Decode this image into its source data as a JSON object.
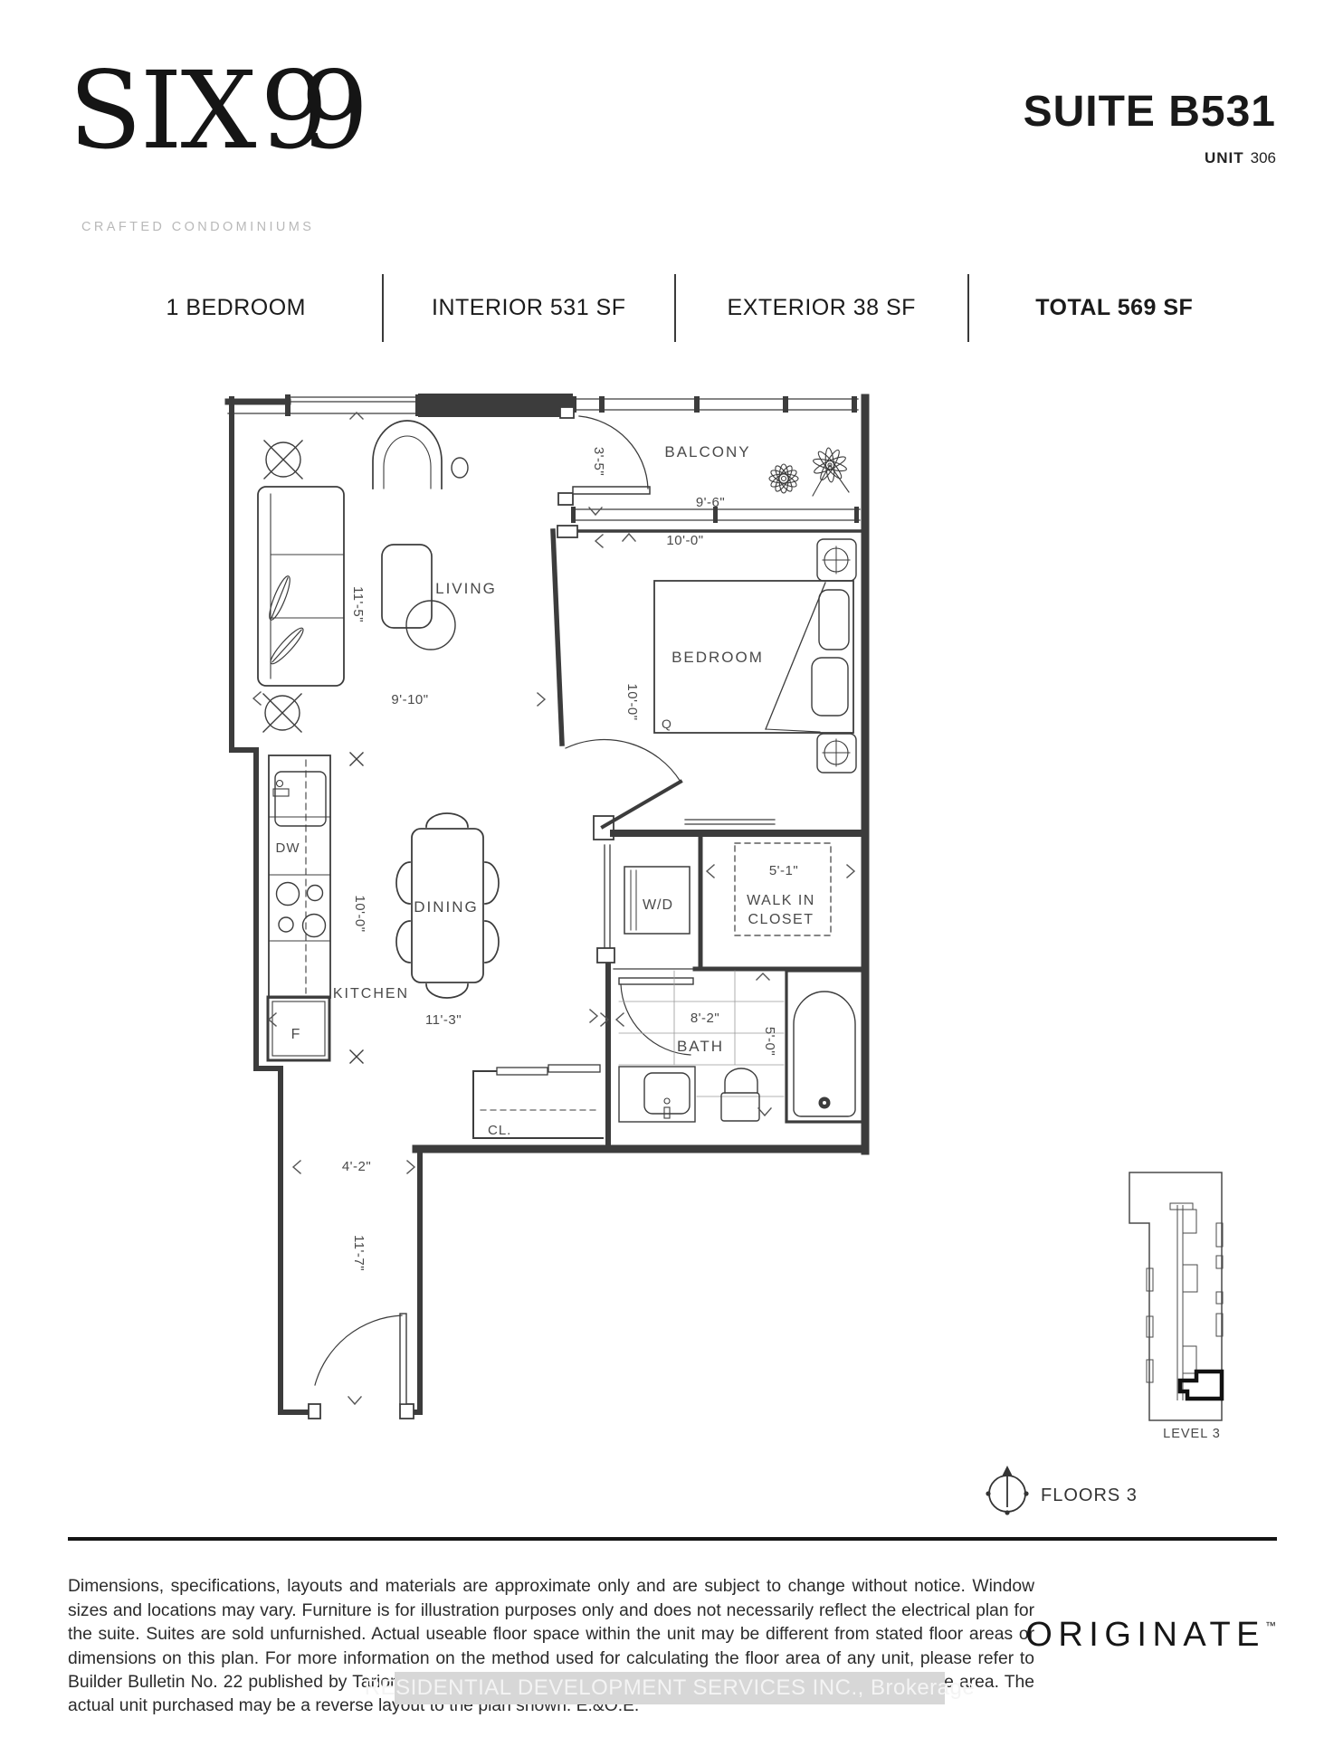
{
  "brand": {
    "wordmark_a": "SIX",
    "wordmark_b": "9",
    "wordmark_c": "9",
    "tagline": "CRAFTED CONDOMINIUMS"
  },
  "header": {
    "suite_title": "SUITE B531",
    "unit_label": "UNIT",
    "unit_number": "306"
  },
  "specs": {
    "bedrooms": "1 BEDROOM",
    "interior": "INTERIOR 531 SF",
    "exterior": "EXTERIOR 38 SF",
    "total": "TOTAL 569 SF"
  },
  "floorplan": {
    "rooms": {
      "living": "LIVING",
      "dining": "DINING",
      "kitchen": "KITCHEN",
      "bedroom": "BEDROOM",
      "balcony": "BALCONY",
      "bath": "BATH",
      "washer_dryer": "W/D",
      "walk_in_closet_line1": "WALK IN",
      "walk_in_closet_line2": "CLOSET",
      "closet": "CL."
    },
    "appliances": {
      "dishwasher": "DW",
      "fridge": "F",
      "bed_size": "Q"
    },
    "dimensions": {
      "balcony_depth": "3'-5\"",
      "balcony_width": "9'-6\"",
      "bedroom_width": "10'-0\"",
      "bedroom_depth": "10'-0\"",
      "living_width": "11'-5\"",
      "living_depth": "9'-10\"",
      "kitchen_length": "10'-0\"",
      "dining_length": "11'-3\"",
      "wic_width": "5'-1\"",
      "bath_width": "8'-2\"",
      "bath_depth": "5'-0\"",
      "hall_width": "4'-2\"",
      "hall_length": "11'-7\""
    }
  },
  "keyplan": {
    "level_label": "LEVEL 3",
    "floors_label": "FLOORS 3"
  },
  "footer": {
    "disclaimer": "Dimensions, specifications, layouts and materials are approximate only and are subject to change without notice. Window sizes and locations may vary. Furniture is for illustration purposes only and does not necessarily reflect the electrical plan for the suite. Suites are sold unfurnished. Actual useable floor space within the unit may be different from stated floor areas or dimensions on this plan. For more information on the method used for calculating the floor area of any unit, please refer to Builder Bulletin No. 22 published by Tarion. Balcony and terrace area is approximate and not included in net suite area. The actual unit purchased may be a reverse layout to the plan shown. E.&O.E.",
    "brokerage": "RESIDENTIAL DEVELOPMENT SERVICES INC.,  Brokerage",
    "logo": "ORIGINATE",
    "logo_tm": "™"
  }
}
